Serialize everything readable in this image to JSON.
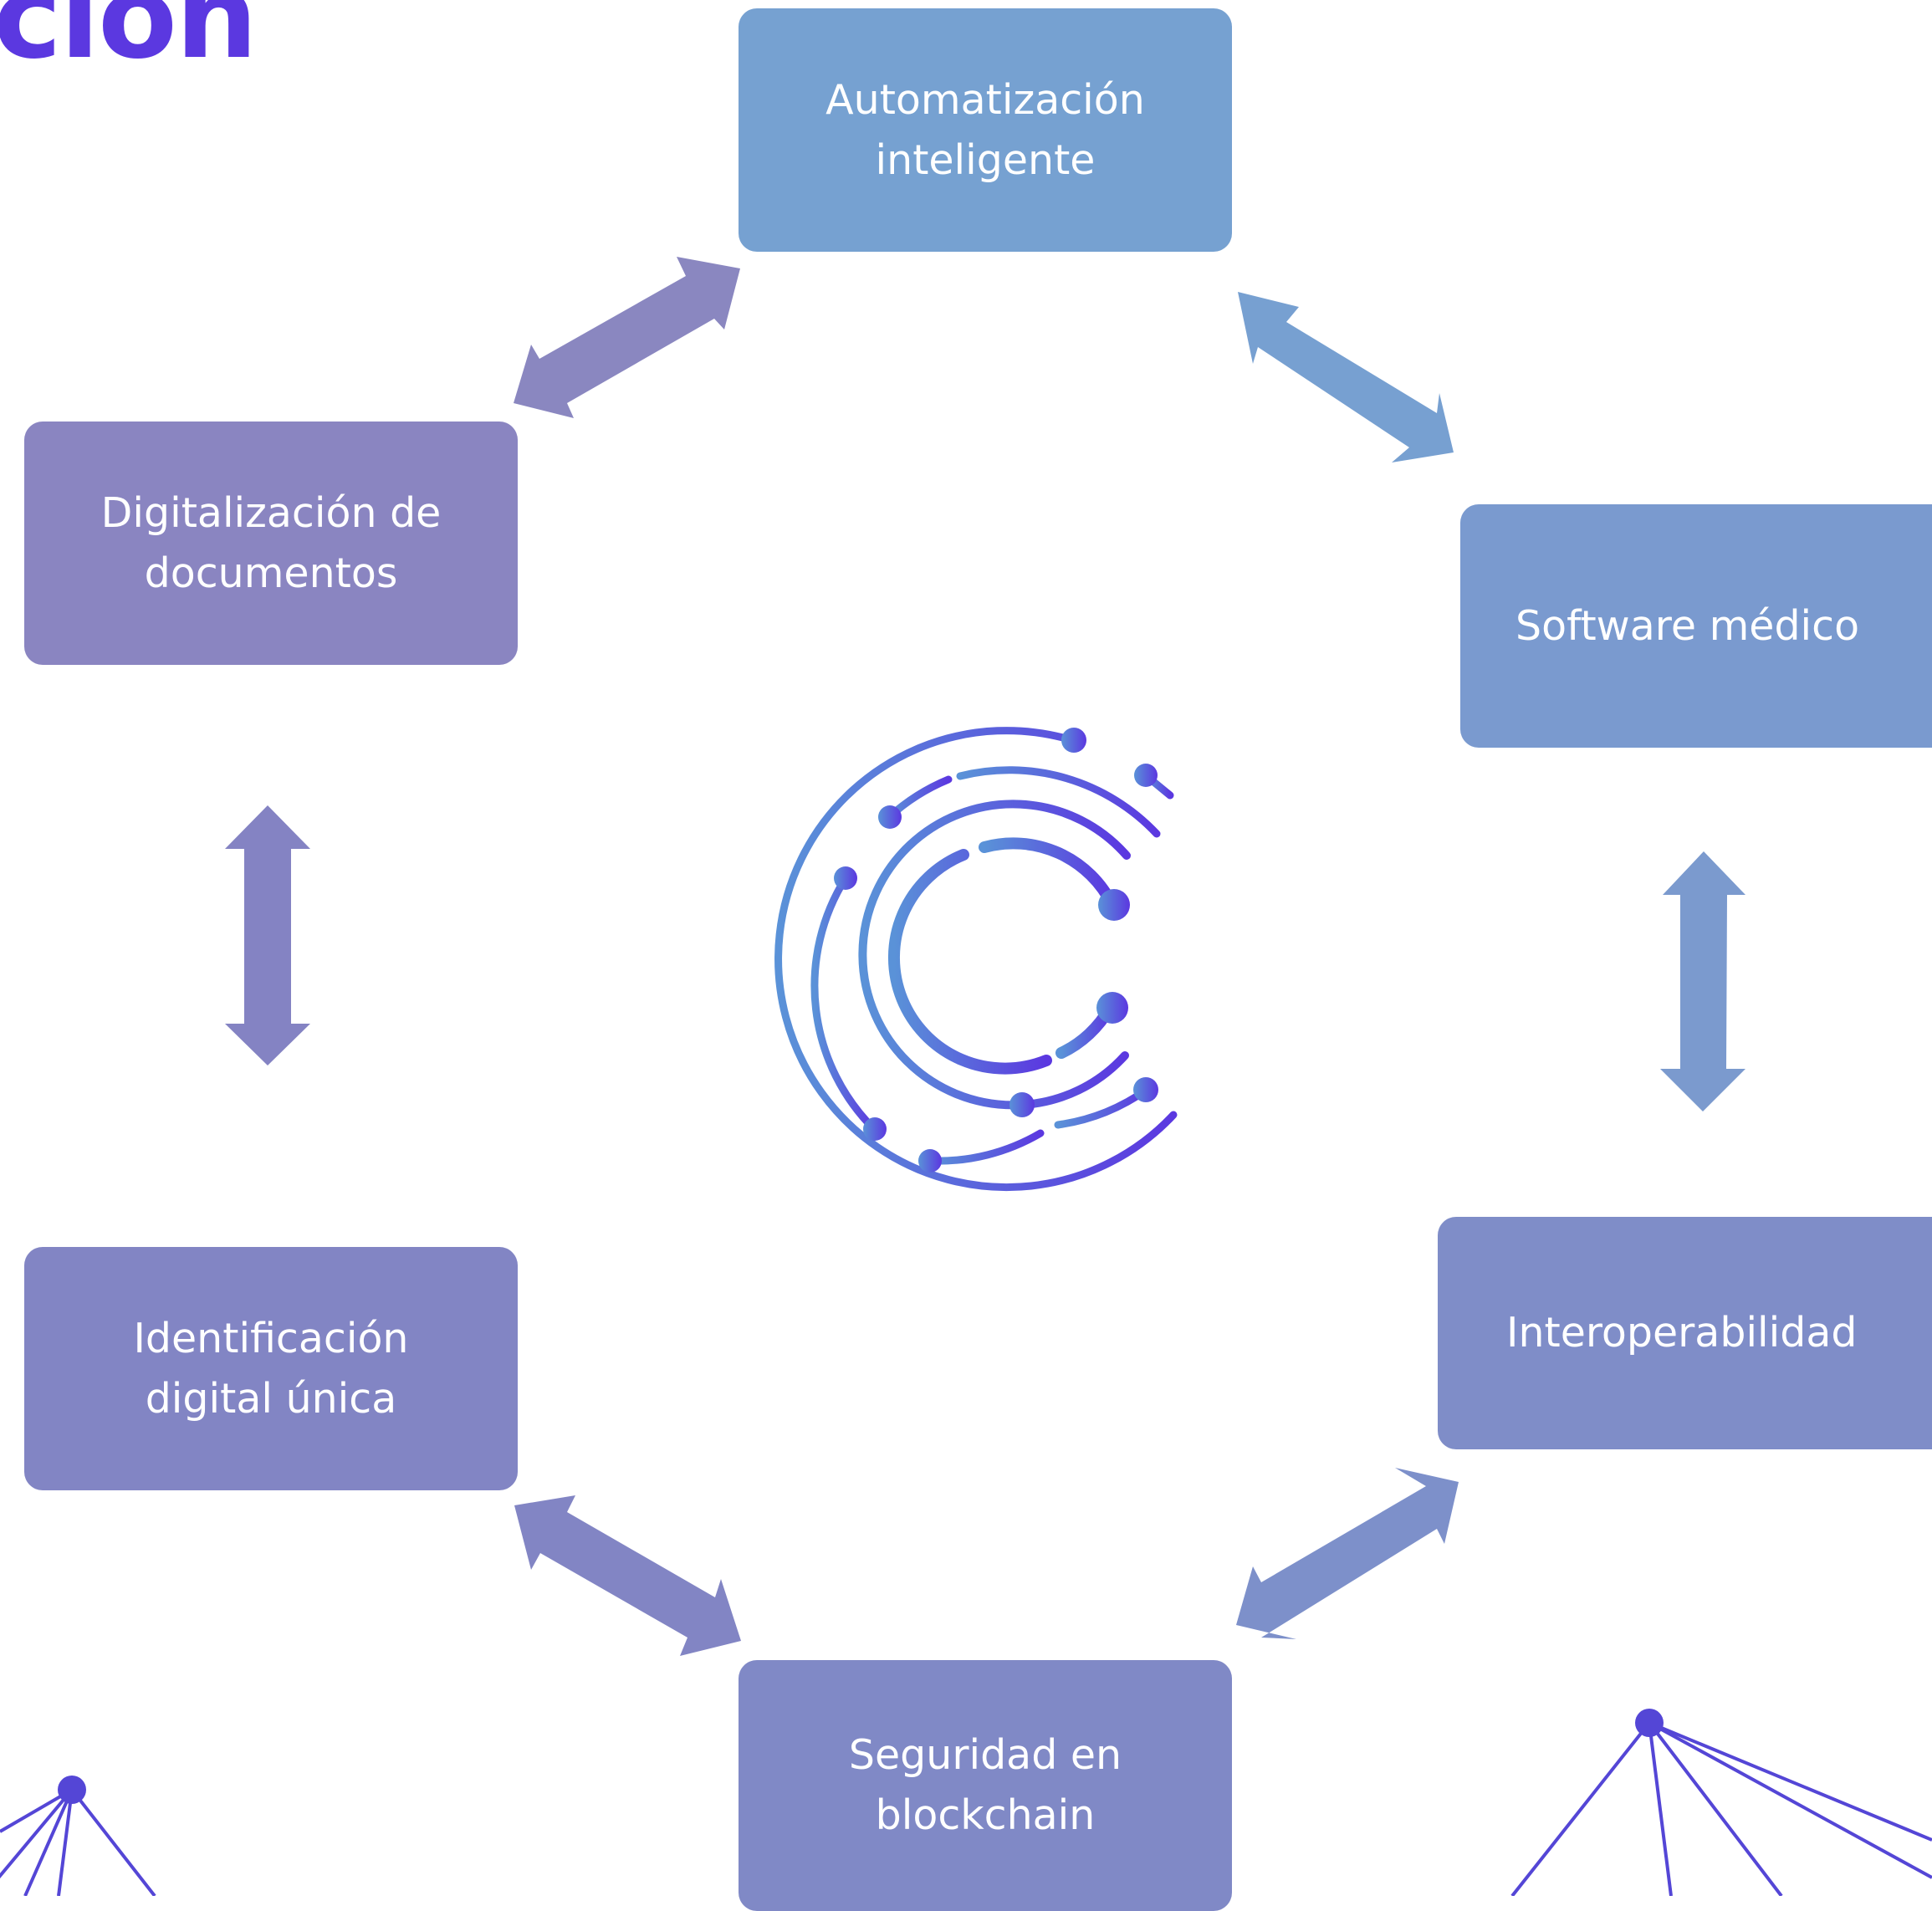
{
  "title_fragment": "ción",
  "colors": {
    "title": "#5b38e0",
    "node_automatizacion": "#76a1d1",
    "node_software": "#7a9acf",
    "node_digitalizacion": "#8a85c1",
    "node_identificacion": "#8285c4",
    "node_interoperabilidad": "#7f8dc8",
    "node_seguridad": "#8089c6",
    "arrow_top_left": "#8a87c0",
    "arrow_top_right": "#77a0d1",
    "arrow_left": "#8483c3",
    "arrow_right": "#7b9ace",
    "arrow_bottom_left": "#8285c4",
    "arrow_bottom_right": "#7d90ca",
    "logo_start": "#5a92d8",
    "logo_end": "#5b38e0",
    "network": "#5446d6"
  },
  "nodes": {
    "automatizacion": "Automatización\ninteligente",
    "software": "Software médico",
    "digitalizacion": "Digitalización de\ndocumentos",
    "identificacion": "Identificación\ndigital única",
    "interoperabilidad": "Interoperabilidad",
    "seguridad": "Seguridad en\nblockchain"
  },
  "center_logo": "c-logo-icon",
  "decorations": [
    "network-graph-icon",
    "network-graph-icon"
  ]
}
